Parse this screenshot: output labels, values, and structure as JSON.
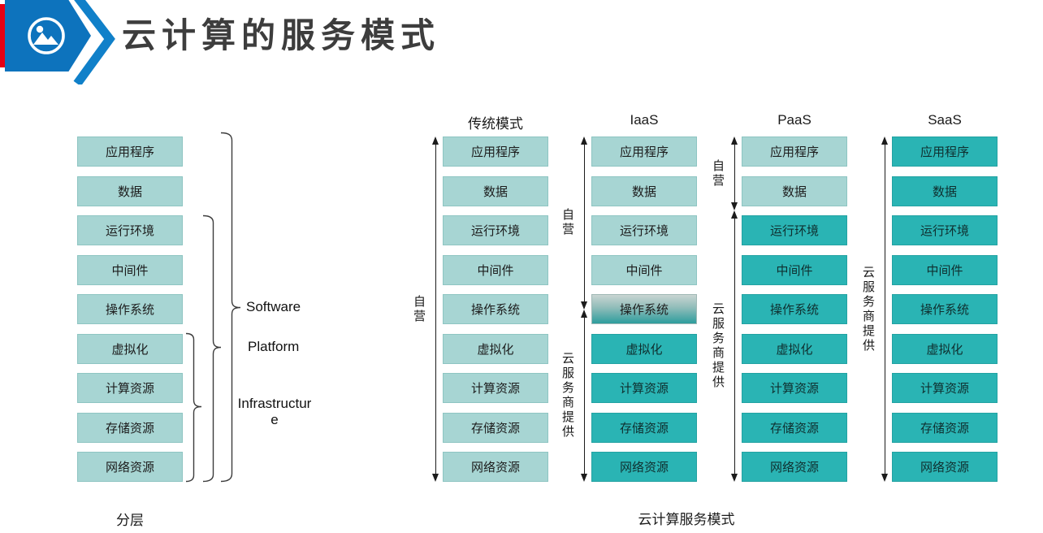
{
  "slide": {
    "title": "云计算的服务模式"
  },
  "layers": [
    "应用程序",
    "数据",
    "运行环境",
    "中间件",
    "操作系统",
    "虚拟化",
    "计算资源",
    "存储资源",
    "网络资源"
  ],
  "left_diagram": {
    "caption": "分层",
    "groups": [
      {
        "label": "Software"
      },
      {
        "label": "Platform"
      },
      {
        "label": "Infrastructure"
      }
    ]
  },
  "right_diagram": {
    "caption": "云计算服务模式",
    "colors": {
      "self_operated": "#a7d5d3",
      "cloud_provided": "#2ab4b4",
      "accent_blue": "#0d73bd",
      "accent_red": "#e60014"
    },
    "stacks": [
      {
        "header": "传统模式",
        "box_styles": [
          "self",
          "self",
          "self",
          "self",
          "self",
          "self",
          "self",
          "self",
          "self"
        ],
        "segments": [
          {
            "label": "自营",
            "from": 0,
            "to": 9
          }
        ]
      },
      {
        "header": "IaaS",
        "box_styles": [
          "self",
          "self",
          "self",
          "self",
          "mixed",
          "cloud",
          "cloud",
          "cloud",
          "cloud"
        ],
        "segments": [
          {
            "label": "自营",
            "from": 0,
            "to": 4.5
          },
          {
            "label": "云服务商提供",
            "from": 4.5,
            "to": 9
          }
        ]
      },
      {
        "header": "PaaS",
        "box_styles": [
          "self",
          "self",
          "cloud",
          "cloud",
          "cloud",
          "cloud",
          "cloud",
          "cloud",
          "cloud"
        ],
        "segments": [
          {
            "label": "自营",
            "from": 0,
            "to": 2
          },
          {
            "label": "云服务商提供",
            "from": 2,
            "to": 9
          }
        ]
      },
      {
        "header": "SaaS",
        "box_styles": [
          "cloud",
          "cloud",
          "cloud",
          "cloud",
          "cloud",
          "cloud",
          "cloud",
          "cloud",
          "cloud"
        ],
        "segments": [
          {
            "label": "云服务商提供",
            "from": 0,
            "to": 9
          }
        ]
      }
    ]
  }
}
